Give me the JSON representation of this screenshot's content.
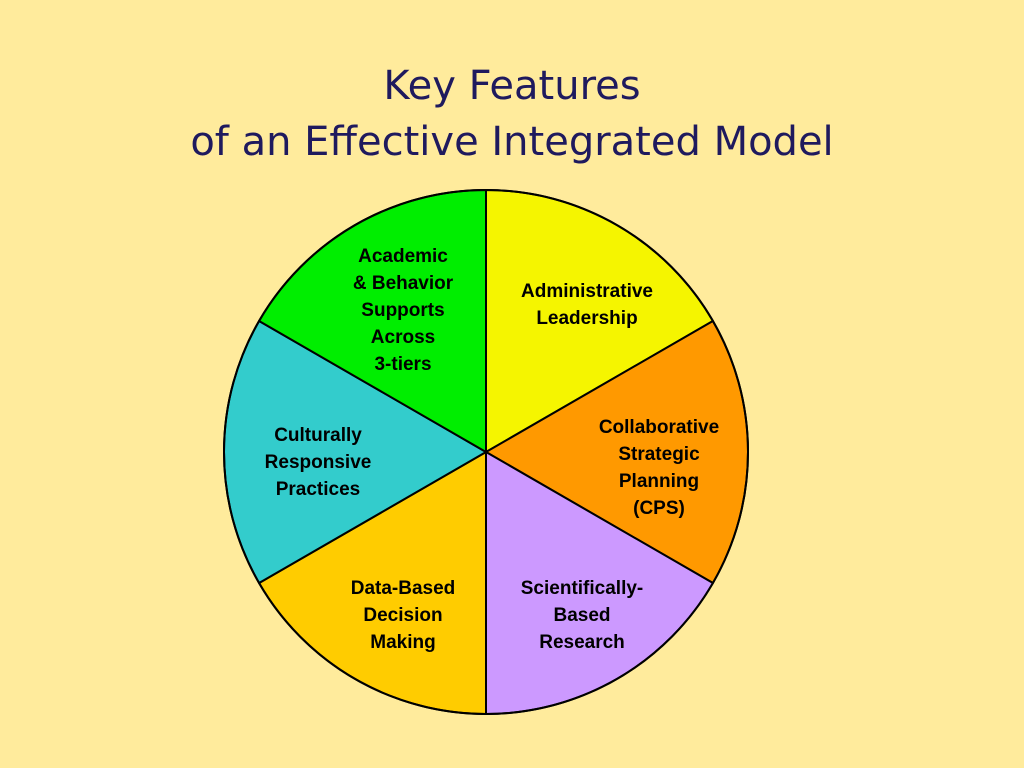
{
  "slide": {
    "title_line1": "Key Features",
    "title_line2": "of an Effective Integrated Model"
  },
  "wheel": {
    "segments": [
      {
        "id": "administrative-leadership",
        "lines": [
          "Administrative",
          "Leadership"
        ],
        "color": "#F5F500"
      },
      {
        "id": "collaborative-strategic-planning",
        "lines": [
          "Collaborative",
          "Strategic",
          "Planning",
          "(CPS)"
        ],
        "color": "#FF9900"
      },
      {
        "id": "scientifically-based-research",
        "lines": [
          "Scientifically-",
          "Based",
          "Research"
        ],
        "color": "#CC99FF"
      },
      {
        "id": "data-based-decision-making",
        "lines": [
          "Data-Based",
          "Decision",
          "Making"
        ],
        "color": "#FFCC00"
      },
      {
        "id": "culturally-responsive-practices",
        "lines": [
          "Culturally",
          "Responsive",
          "Practices"
        ],
        "color": "#33CCCC"
      },
      {
        "id": "academic-behavior-supports",
        "lines": [
          "Academic",
          "& Behavior",
          "Supports",
          "Across",
          "3-tiers"
        ],
        "color": "#00EE00"
      }
    ]
  }
}
